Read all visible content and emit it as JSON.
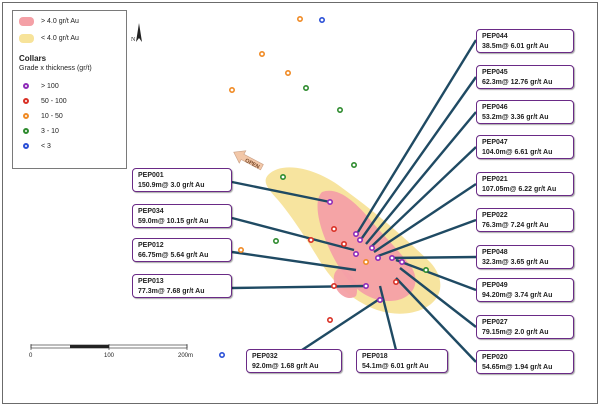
{
  "legend": {
    "grade_high": "> 4.0 gr/t Au",
    "grade_low": "< 4.0 gr/t Au",
    "title": "Collars",
    "subtitle": "Grade x thickness (gr/t)",
    "classes": [
      {
        "label": "> 100",
        "color": "#8e2bb8"
      },
      {
        "label": "50 - 100",
        "color": "#d93025"
      },
      {
        "label": "10 - 50",
        "color": "#f08a24"
      },
      {
        "label": "3 - 10",
        "color": "#2e8b2e"
      },
      {
        "label": "< 3",
        "color": "#2a4fd6"
      }
    ],
    "high_color": "#f4a0a6",
    "low_color": "#f7e39a"
  },
  "north_label": "N",
  "open_label": "OPEN",
  "scale": {
    "labels": [
      "0",
      "100",
      "200m"
    ]
  },
  "holes": [
    {
      "id": "PEP044",
      "result": "38.5m@ 6.01 gr/t Au"
    },
    {
      "id": "PEP045",
      "result": "62.3m@ 12.76 gr/t Au"
    },
    {
      "id": "PEP046",
      "result": "53.2m@ 3.36 gr/t Au"
    },
    {
      "id": "PEP047",
      "result": "104.0m@ 6.61 gr/t Au"
    },
    {
      "id": "PEP021",
      "result": "107.05m@ 6.22 gr/t Au"
    },
    {
      "id": "PEP022",
      "result": "76.3m@ 7.24 gr/t Au"
    },
    {
      "id": "PEP048",
      "result": "32.3m@ 3.65 gr/t Au"
    },
    {
      "id": "PEP049",
      "result": "94.20m@ 3.74 gr/t Au"
    },
    {
      "id": "PEP027",
      "result": "79.15m@ 2.0 gr/t Au"
    },
    {
      "id": "PEP020",
      "result": "54.65m@ 1.94 gr/t Au"
    },
    {
      "id": "PEP001",
      "result": "150.9m@ 3.0 gr/t Au"
    },
    {
      "id": "PEP034",
      "result": "59.0m@ 10.15 gr/t Au"
    },
    {
      "id": "PEP012",
      "result": "66.75m@ 5.64 gr/t Au"
    },
    {
      "id": "PEP013",
      "result": "77.3m@ 7.68 gr/t Au"
    },
    {
      "id": "PEP032",
      "result": "92.0m@ 1.68 gr/t Au"
    },
    {
      "id": "PEP018",
      "result": "54.1m@ 6.01 gr/t Au"
    }
  ]
}
